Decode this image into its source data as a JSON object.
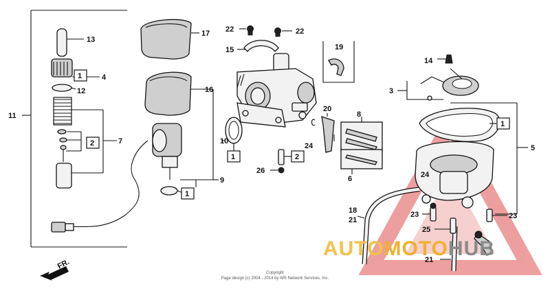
{
  "labels": {
    "n1": "1",
    "n2": "2",
    "n3": "3",
    "n4": "4",
    "n5": "5",
    "n6": "6",
    "n7": "7",
    "n8": "8",
    "n9": "9",
    "n10": "10",
    "n11": "11",
    "n12": "12",
    "n13": "13",
    "n14": "14",
    "n15": "15",
    "n16": "16",
    "n17": "17",
    "n18": "18",
    "n19": "19",
    "n20": "20",
    "n21": "21",
    "n22": "22",
    "n23": "23",
    "n24": "24",
    "n25": "25",
    "n26": "26"
  },
  "front_marker": "FR.",
  "copyright_title": "Copyright",
  "copyright_line": "Page design (c) 2004 - 2014 by ARI Network Services, Inc.",
  "watermark": {
    "part1": "AUTO",
    "part2": "MOTO",
    "part3": "HUB"
  },
  "colors": {
    "watermark_red": "#e05050",
    "watermark_yellow": "#f5c04a",
    "watermark_gray": "#8a8a8a"
  }
}
